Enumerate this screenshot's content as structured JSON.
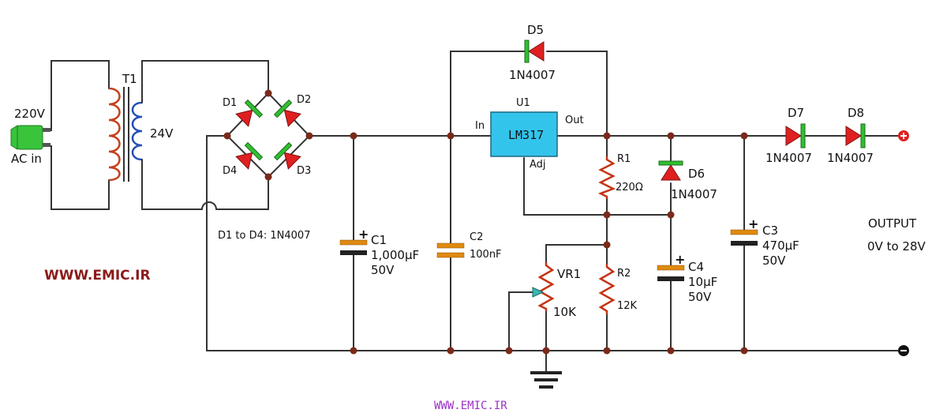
{
  "colors": {
    "wire": "#333333",
    "diode": "#e02020",
    "diode_bar": "#2fbf2f",
    "resistor": "#c43414",
    "capacitor": "#e08a10",
    "ic_fill": "#33c4ec",
    "plug": "#39c43b",
    "website": "#8b1b1b",
    "footer": "#9b30c8",
    "terminal": "#e02020"
  },
  "input": {
    "voltage": "220V",
    "label": "AC in"
  },
  "transformer": {
    "ref": "T1",
    "secondary": "24V"
  },
  "bridge": {
    "d1": "D1",
    "d2": "D2",
    "d3": "D3",
    "d4": "D4",
    "note": "D1 to D4: 1N4007"
  },
  "c1": {
    "ref": "C1",
    "value": "1,000µF",
    "voltage": "50V"
  },
  "c2": {
    "ref": "C2",
    "value": "100nF"
  },
  "regulator": {
    "ref": "U1",
    "part": "LM317",
    "pin_in": "In",
    "pin_out": "Out",
    "pin_adj": "Adj"
  },
  "d5": {
    "ref": "D5",
    "part": "1N4007"
  },
  "r1": {
    "ref": "R1",
    "value": "220Ω"
  },
  "r2": {
    "ref": "R2",
    "value": "12K"
  },
  "vr1": {
    "ref": "VR1",
    "value": "10K"
  },
  "d6": {
    "ref": "D6",
    "part": "1N4007"
  },
  "c4": {
    "ref": "C4",
    "value": "10µF",
    "voltage": "50V"
  },
  "c3": {
    "ref": "C3",
    "value": "470µF",
    "voltage": "50V"
  },
  "d7": {
    "ref": "D7",
    "part": "1N4007"
  },
  "d8": {
    "ref": "D8",
    "part": "1N4007"
  },
  "output": {
    "title": "OUTPUT",
    "range": "0V to 28V",
    "plus": "+",
    "minus": "−"
  },
  "website": "WWW.EMIC.IR",
  "footer": "WWW.EMIC.IR"
}
